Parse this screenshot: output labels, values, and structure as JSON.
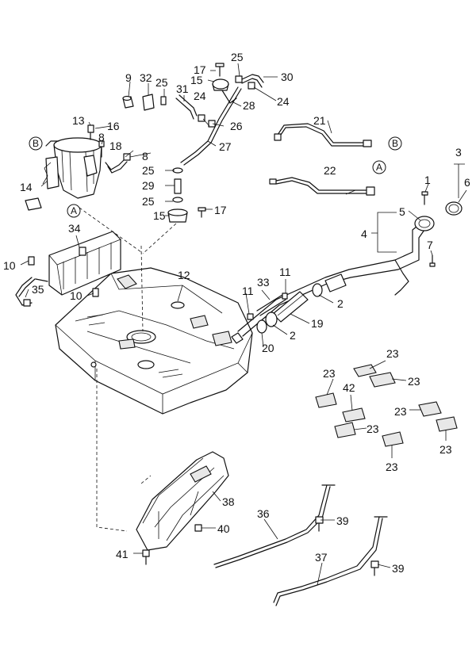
{
  "callouts": {
    "c1": "1",
    "c2a": "2",
    "c2b": "2",
    "c3": "3",
    "c4": "4",
    "c5": "5",
    "c6": "6",
    "c7": "7",
    "c8a": "8",
    "c8b": "8",
    "c9": "9",
    "c10a": "10",
    "c10b": "10",
    "c11a": "11",
    "c11b": "11",
    "c12": "12",
    "c13": "13",
    "c14": "14",
    "c15a": "15",
    "c15b": "15",
    "c16": "16",
    "c17a": "17",
    "c17b": "17",
    "c18": "18",
    "c19": "19",
    "c20": "20",
    "c21": "21",
    "c22": "22",
    "c23a": "23",
    "c23b": "23",
    "c23c": "23",
    "c23d": "23",
    "c23e": "23",
    "c23f": "23",
    "c23g": "23",
    "c24a": "24",
    "c24b": "24",
    "c25a": "25",
    "c25b": "25",
    "c25c": "25",
    "c25d": "25",
    "c26": "26",
    "c27": "27",
    "c28": "28",
    "c29": "29",
    "c30": "30",
    "c31": "31",
    "c32": "32",
    "c33": "33",
    "c34": "34",
    "c35": "35",
    "c36": "36",
    "c37": "37",
    "c38": "38",
    "c39a": "39",
    "c39b": "39",
    "c40": "40",
    "c41": "41",
    "c42": "42"
  },
  "refs": {
    "a_pump": "A",
    "a_hose": "A",
    "b_pump": "B",
    "b_hose": "B"
  }
}
